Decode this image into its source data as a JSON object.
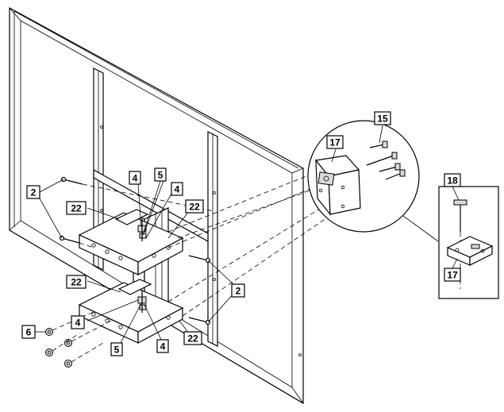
{
  "callouts": {
    "c2a": "2",
    "c2b": "2",
    "c4a": "4",
    "c4b": "4",
    "c4c": "4",
    "c4d": "4",
    "c5a": "5",
    "c5b": "5",
    "c6": "6",
    "c15": "15",
    "c17a": "17",
    "c17b": "17",
    "c18": "18",
    "c22a": "22",
    "c22b": "22",
    "c22c": "22",
    "c22d": "22"
  }
}
